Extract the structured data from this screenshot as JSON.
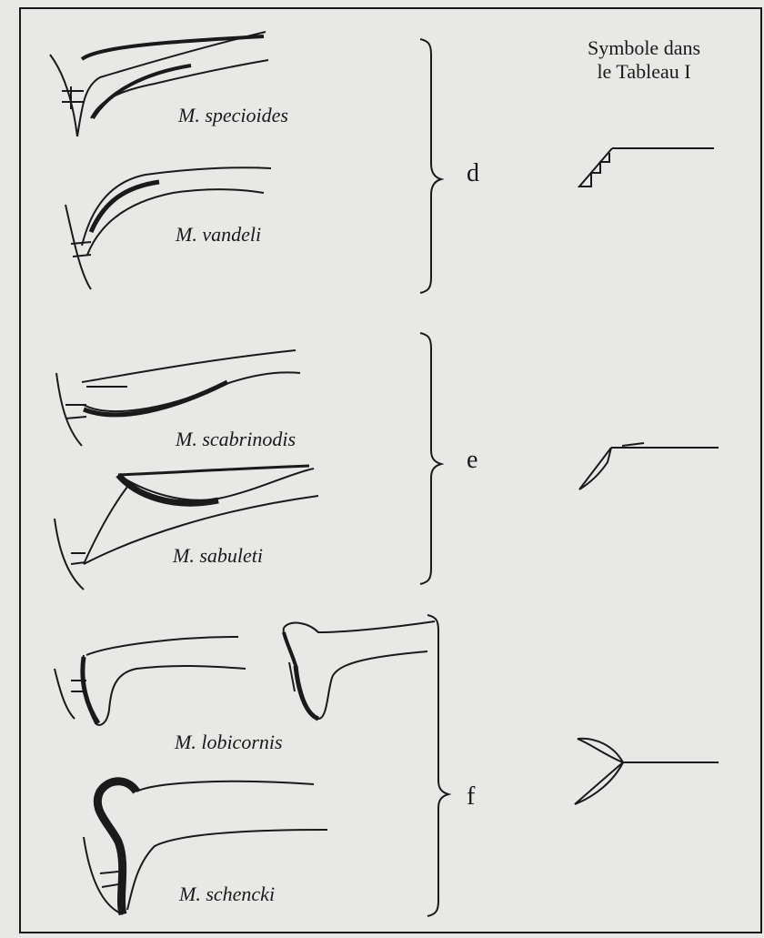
{
  "header": {
    "line1": "Symbole dans",
    "line2": "le Tableau I"
  },
  "species": [
    "M. specioides",
    "M. vandeli",
    "M. scabrinodis",
    "M. sabuleti",
    "M. lobicornis",
    "M. schencki"
  ],
  "groups": [
    "d",
    "e",
    "f"
  ],
  "colors": {
    "ink": "#1a1a1a",
    "paper": "#e8e8e6"
  }
}
